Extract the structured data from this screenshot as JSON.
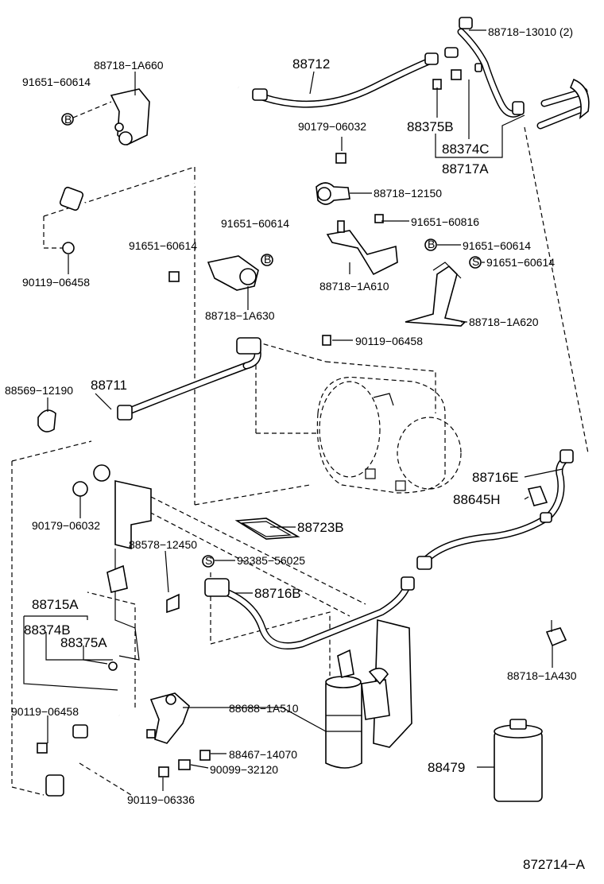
{
  "labels": {
    "p88718_13010": "88718−13010 (2)",
    "p88712": "88712",
    "p88718_1A660": "88718−1A660",
    "p91651_60614_a": "91651−60614",
    "p90179_06032_a": "90179−06032",
    "p88375B_top": "88375B",
    "p88374C": "88374C",
    "p88717A": "88717A",
    "p88718_12150": "88718−12150",
    "p91651_60816": "91651−60816",
    "p91651_60614_b": "91651−60614",
    "p91651_60614_c": "91651−60614",
    "p91651_60614_d": "91651−60614",
    "p91651_60614_e": "91651−60614",
    "p88718_1A610": "88718−1A610",
    "p90119_06458_a": "90119−06458",
    "p88718_1A630": "88718−1A630",
    "p88718_1A620": "88718−1A620",
    "p90119_06458_b": "90119−06458",
    "p88569_12190": "88569−12190",
    "p88711": "88711",
    "p88716E": "88716E",
    "p88645H": "88645H",
    "p90179_06032_b": "90179−06032",
    "p88723B": "88723B",
    "p88578_12450": "88578−12450",
    "p93385_56025": "93385−56025",
    "p88716B": "88716B",
    "p88715A": "88715A",
    "p88374B": "88374B",
    "p88375A": "88375A",
    "p88718_1A430": "88718−1A430",
    "p90119_06458_c": "90119−06458",
    "p88688_1A510": "88688−1A510",
    "p88467_14070": "88467−14070",
    "p90099_32120": "90099−32120",
    "p88479": "88479",
    "p90119_06336": "90119−06336",
    "figure_code": "872714−A"
  },
  "callout_symbols": {
    "bolt_b": "B",
    "bolt_s": "S"
  }
}
